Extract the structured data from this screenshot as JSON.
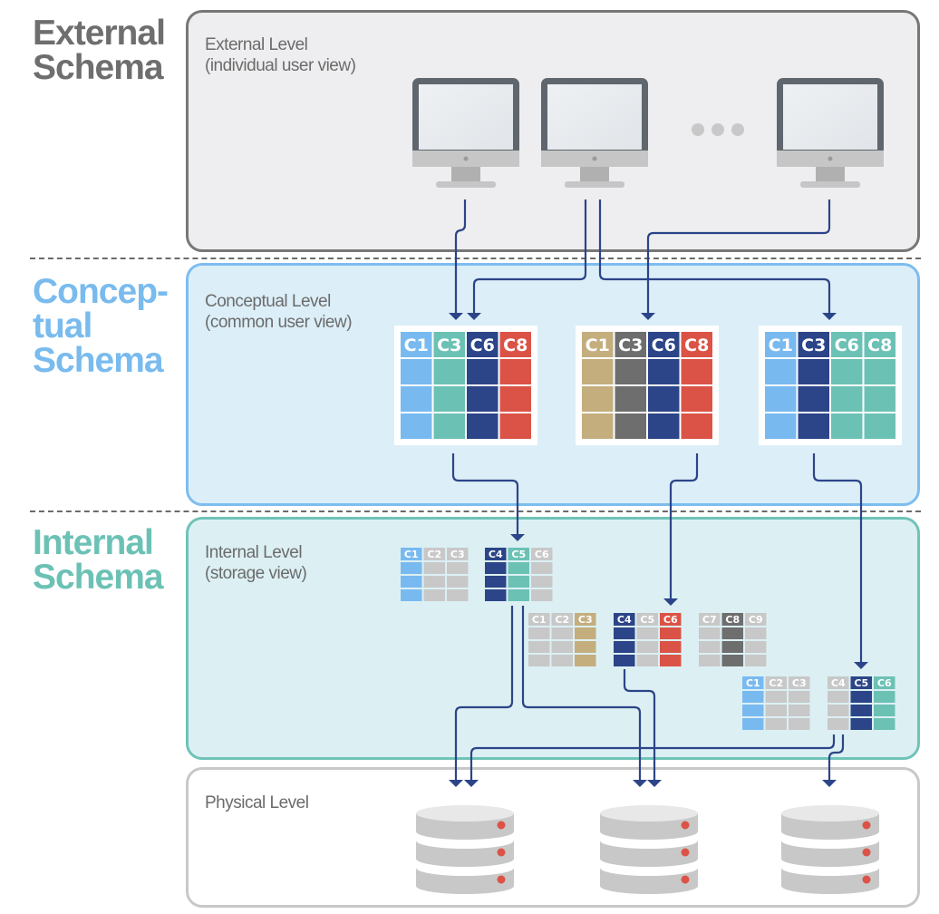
{
  "schemas": [
    {
      "id": "external",
      "title_lines": [
        "External",
        "Schema"
      ],
      "color": "#6e6e6e"
    },
    {
      "id": "conceptual",
      "title_lines": [
        "Concep-",
        "tual",
        "Schema"
      ],
      "color": "#79bbee"
    },
    {
      "id": "internal",
      "title_lines": [
        "Internal",
        "Schema"
      ],
      "color": "#6cc1b5"
    }
  ],
  "levels": {
    "external": {
      "label_lines": [
        "External Level",
        "(individual user view)"
      ],
      "background": "#eeeef0",
      "border": "#777777"
    },
    "conceptual": {
      "label_lines": [
        "Conceptual Level",
        "(common user view)"
      ],
      "background": "#dcefF8",
      "border": "#7dbdf0"
    },
    "internal": {
      "label_lines": [
        "Internal Level",
        "(storage view)"
      ],
      "background": "#dcf0f4",
      "border": "#70c3b8"
    },
    "physical": {
      "label_lines": [
        "Physical Level"
      ],
      "background": "#ffffff",
      "border": "#c8c8c8"
    }
  },
  "colors": {
    "light_blue": "#78baf0",
    "teal": "#6cc1b5",
    "navy": "#2c4588",
    "red": "#db5346",
    "tan": "#c4ae7e",
    "dark_gray": "#6e6e6e",
    "gray": "#c8c8c8",
    "arrow": "#2c4588"
  },
  "external": {
    "terminals": [
      {
        "icon": "monitor-icon"
      },
      {
        "icon": "monitor-icon"
      },
      {
        "icon": "ellipsis-icon"
      },
      {
        "icon": "monitor-icon"
      }
    ]
  },
  "conceptual_tables": [
    {
      "columns": [
        {
          "label": "C1",
          "color": "light_blue"
        },
        {
          "label": "C3",
          "color": "teal"
        },
        {
          "label": "C6",
          "color": "navy"
        },
        {
          "label": "C8",
          "color": "red"
        }
      ]
    },
    {
      "columns": [
        {
          "label": "C1",
          "color": "tan"
        },
        {
          "label": "C3",
          "color": "dark_gray"
        },
        {
          "label": "C6",
          "color": "navy"
        },
        {
          "label": "C8",
          "color": "red"
        }
      ]
    },
    {
      "columns": [
        {
          "label": "C1",
          "color": "light_blue"
        },
        {
          "label": "C3",
          "color": "navy"
        },
        {
          "label": "C6",
          "color": "teal"
        },
        {
          "label": "C8",
          "color": "teal"
        }
      ]
    }
  ],
  "internal_tables": [
    {
      "columns": [
        {
          "label": "C1",
          "color": "light_blue"
        },
        {
          "label": "C2",
          "color": "gray"
        },
        {
          "label": "C3",
          "color": "gray"
        }
      ]
    },
    {
      "columns": [
        {
          "label": "C4",
          "color": "navy"
        },
        {
          "label": "C5",
          "color": "teal"
        },
        {
          "label": "C6",
          "color": "gray"
        }
      ]
    },
    {
      "columns": [
        {
          "label": "C1",
          "color": "gray"
        },
        {
          "label": "C2",
          "color": "gray"
        },
        {
          "label": "C3",
          "color": "tan"
        }
      ]
    },
    {
      "columns": [
        {
          "label": "C4",
          "color": "navy"
        },
        {
          "label": "C5",
          "color": "gray"
        },
        {
          "label": "C6",
          "color": "red"
        }
      ]
    },
    {
      "columns": [
        {
          "label": "C7",
          "color": "gray"
        },
        {
          "label": "C8",
          "color": "dark_gray"
        },
        {
          "label": "C9",
          "color": "gray"
        }
      ]
    },
    {
      "columns": [
        {
          "label": "C1",
          "color": "light_blue"
        },
        {
          "label": "C2",
          "color": "gray"
        },
        {
          "label": "C3",
          "color": "gray"
        }
      ]
    },
    {
      "columns": [
        {
          "label": "C4",
          "color": "gray"
        },
        {
          "label": "C5",
          "color": "navy"
        },
        {
          "label": "C6",
          "color": "teal"
        }
      ]
    }
  ],
  "physical": {
    "databases": [
      {
        "icon": "database-icon"
      },
      {
        "icon": "database-icon"
      },
      {
        "icon": "database-icon"
      }
    ]
  }
}
